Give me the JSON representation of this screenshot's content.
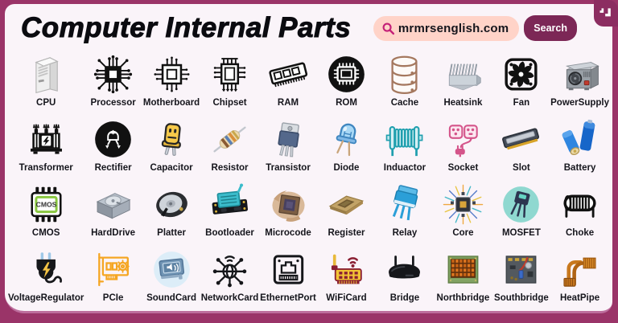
{
  "header": {
    "title": "Computer Internal Parts",
    "search": {
      "site": "mrmrsenglish.com",
      "button_label": "Search",
      "icon": "search-icon"
    }
  },
  "colors": {
    "frame": "#9a3468",
    "page_background": "#faf4f9",
    "search_pill": "#ffd3c8",
    "search_button": "#7c2756",
    "search_icon_magenta": "#c42077",
    "label_text": "#15151c",
    "corner_badge": "#8c2d61"
  },
  "grid": {
    "cmos_chip_text": "CMOS",
    "items": [
      {
        "label": "CPU",
        "icon": "cpu-tower-icon"
      },
      {
        "label": "Processor",
        "icon": "processor-chip-icon"
      },
      {
        "label": "Motherboard",
        "icon": "motherboard-chip-icon"
      },
      {
        "label": "Chipset",
        "icon": "chipset-chip-icon"
      },
      {
        "label": "RAM",
        "icon": "ram-stick-icon"
      },
      {
        "label": "ROM",
        "icon": "rom-chip-icon"
      },
      {
        "label": "Cache",
        "icon": "cache-cylinders-icon"
      },
      {
        "label": "Heatsink",
        "icon": "heatsink-icon"
      },
      {
        "label": "Fan",
        "icon": "fan-icon"
      },
      {
        "label": "PowerSupply",
        "icon": "power-supply-icon"
      },
      {
        "label": "Transformer",
        "icon": "transformer-icon"
      },
      {
        "label": "Rectifier",
        "icon": "rectifier-icon"
      },
      {
        "label": "Capacitor",
        "icon": "capacitor-icon"
      },
      {
        "label": "Resistor",
        "icon": "resistor-icon"
      },
      {
        "label": "Transistor",
        "icon": "transistor-icon"
      },
      {
        "label": "Diode",
        "icon": "diode-led-icon"
      },
      {
        "label": "Induactor",
        "icon": "inductor-coil-icon"
      },
      {
        "label": "Socket",
        "icon": "socket-icon"
      },
      {
        "label": "Slot",
        "icon": "slot-icon"
      },
      {
        "label": "Battery",
        "icon": "battery-icon"
      },
      {
        "label": "CMOS",
        "icon": "cmos-chip-icon"
      },
      {
        "label": "HardDrive",
        "icon": "hard-drive-icon"
      },
      {
        "label": "Platter",
        "icon": "platter-icon"
      },
      {
        "label": "Bootloader",
        "icon": "bootloader-board-icon"
      },
      {
        "label": "Microcode",
        "icon": "microcode-chip-icon"
      },
      {
        "label": "Register",
        "icon": "register-chip-icon"
      },
      {
        "label": "Relay",
        "icon": "relay-icon"
      },
      {
        "label": "Core",
        "icon": "core-chip-icon"
      },
      {
        "label": "MOSFET",
        "icon": "mosfet-icon"
      },
      {
        "label": "Choke",
        "icon": "choke-coil-icon"
      },
      {
        "label": "VoltageRegulator",
        "icon": "voltage-regulator-icon"
      },
      {
        "label": "PCIe",
        "icon": "pcie-card-icon"
      },
      {
        "label": "SoundCard",
        "icon": "sound-card-icon"
      },
      {
        "label": "NetworkCard",
        "icon": "network-card-icon"
      },
      {
        "label": "EthernetPort",
        "icon": "ethernet-port-icon"
      },
      {
        "label": "WiFiCard",
        "icon": "wifi-card-icon"
      },
      {
        "label": "Bridge",
        "icon": "bridge-router-icon"
      },
      {
        "label": "Northbridge",
        "icon": "northbridge-icon"
      },
      {
        "label": "Southbridge",
        "icon": "southbridge-icon"
      },
      {
        "label": "HeatPipe",
        "icon": "heat-pipe-icon"
      }
    ]
  }
}
